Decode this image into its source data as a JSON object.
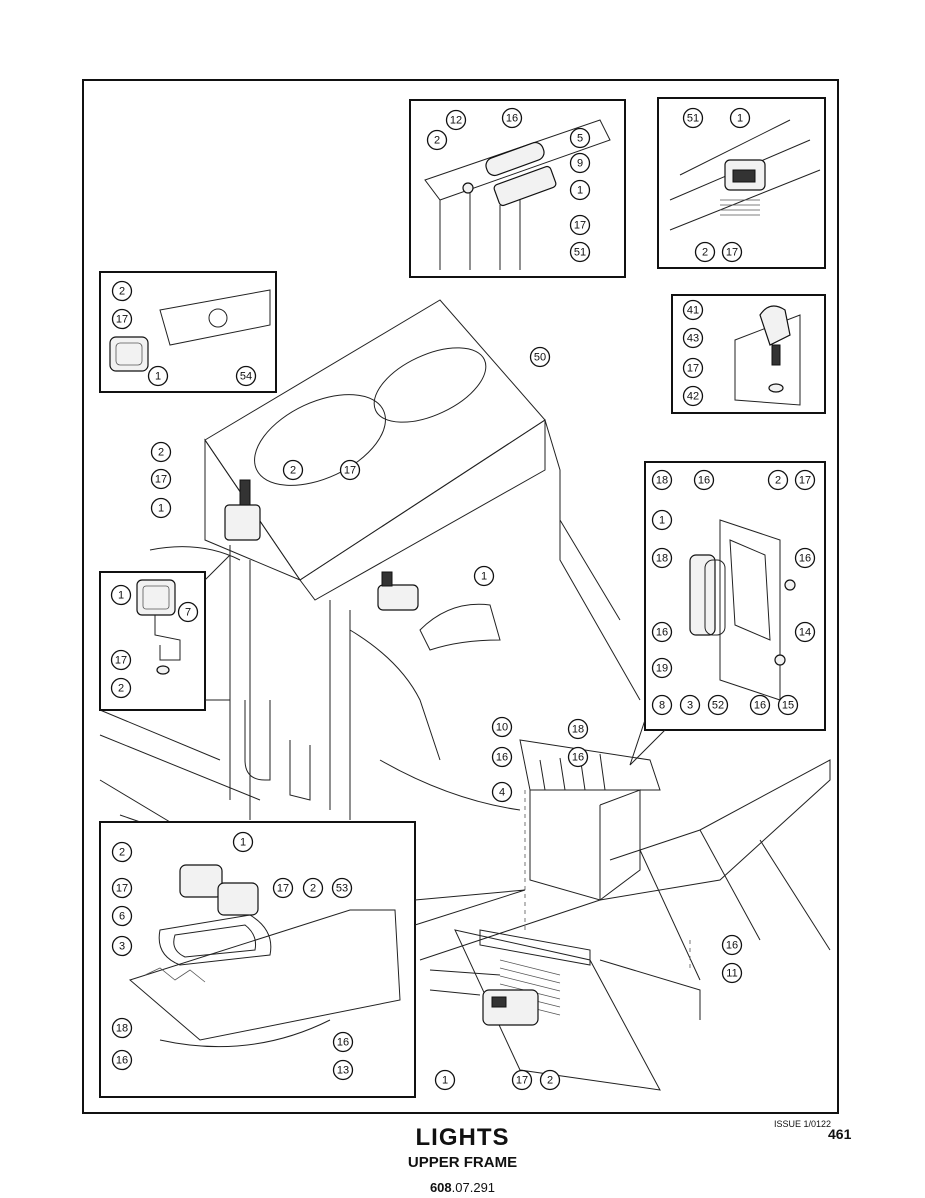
{
  "title": "LIGHTS",
  "subtitle": "UPPER FRAME",
  "doc_number_bold": "608",
  "doc_number_rest": ".07.291",
  "issue": "ISSUE 1/0122",
  "page_number": "461",
  "callouts": {
    "top_center": [
      "12",
      "16",
      "2",
      "5",
      "9",
      "1",
      "17",
      "51"
    ],
    "top_right": [
      "51",
      "1",
      "2",
      "17"
    ],
    "left_upper": [
      "2",
      "17",
      "1",
      "54"
    ],
    "right_lamp": [
      "41",
      "43",
      "17",
      "42"
    ],
    "main": [
      "50",
      "2",
      "17",
      "1",
      "2",
      "17",
      "1",
      "10",
      "18",
      "16",
      "16",
      "4",
      "16",
      "11",
      "1",
      "17",
      "2"
    ],
    "left_middle": [
      "1",
      "7",
      "17",
      "2"
    ],
    "right_middle": [
      "18",
      "16",
      "2",
      "17",
      "1",
      "18",
      "16",
      "14",
      "16",
      "19",
      "8",
      "3",
      "52",
      "16",
      "15"
    ],
    "bottom_left": [
      "2",
      "1",
      "17",
      "17",
      "2",
      "53",
      "6",
      "3",
      "18",
      "16",
      "16",
      "13"
    ]
  }
}
